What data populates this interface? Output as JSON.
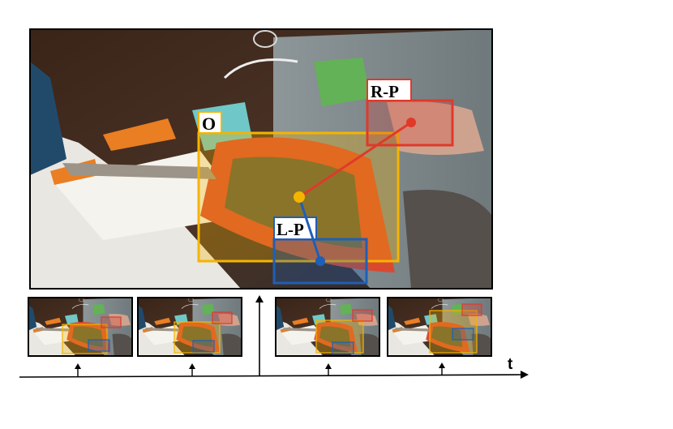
{
  "diagram": {
    "labels": {
      "object": "O",
      "right_hand": "R-P",
      "left_hand": "L-P",
      "time_axis": "t"
    },
    "colors": {
      "object": "#f5b400",
      "right_hand": "#e0392b",
      "left_hand": "#1f5fb8",
      "axis": "#000000"
    },
    "frame_thumbnails": 4,
    "icons": [
      "photo-frame",
      "arrow-up-icon",
      "arrow-right-icon"
    ]
  }
}
